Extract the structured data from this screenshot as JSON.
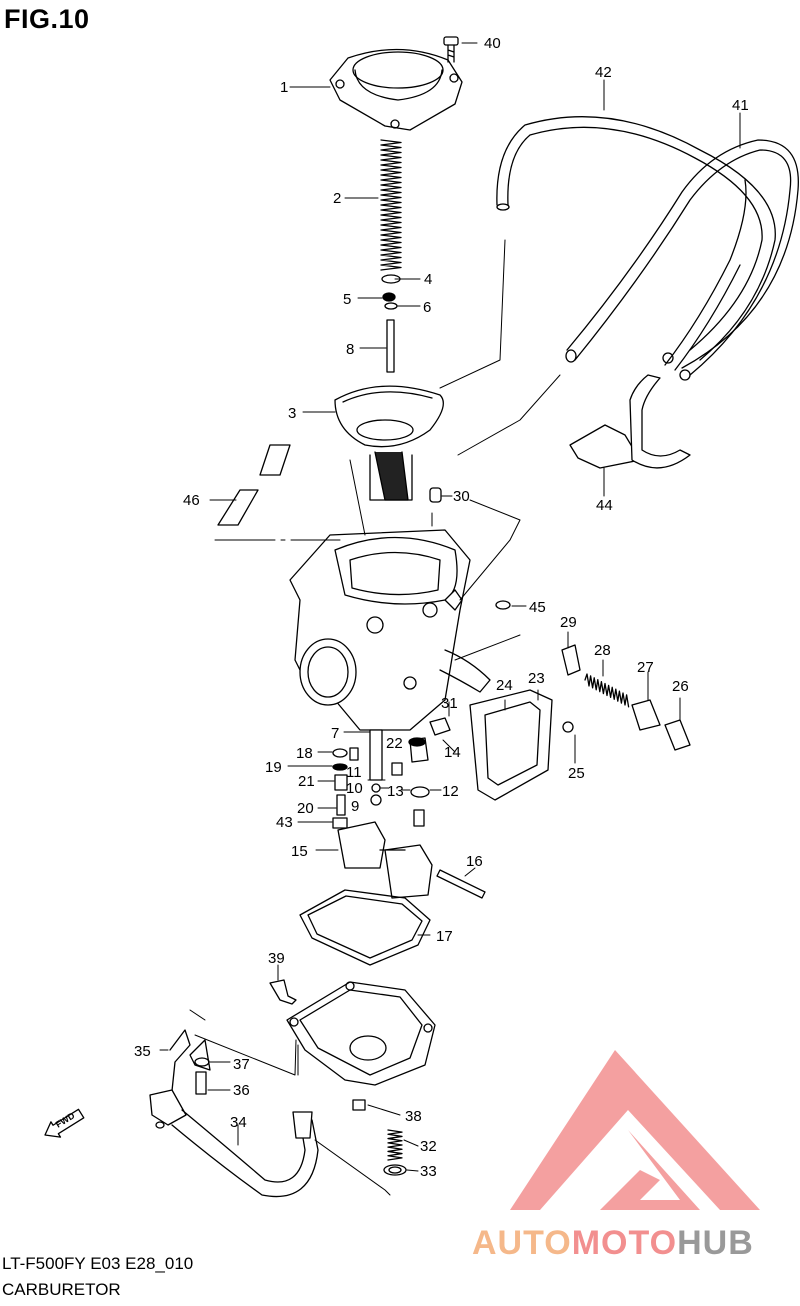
{
  "figure": {
    "title": "FIG.10",
    "model_code": "LT-F500FY E03 E28_010",
    "assembly_name": "CARBURETOR"
  },
  "part_callouts": [
    {
      "id": "c1",
      "label": "1"
    },
    {
      "id": "c2",
      "label": "2"
    },
    {
      "id": "c3",
      "label": "3"
    },
    {
      "id": "c4",
      "label": "4"
    },
    {
      "id": "c5",
      "label": "5"
    },
    {
      "id": "c6",
      "label": "6"
    },
    {
      "id": "c7",
      "label": "7"
    },
    {
      "id": "c8",
      "label": "8"
    },
    {
      "id": "c9",
      "label": "9"
    },
    {
      "id": "c10",
      "label": "10"
    },
    {
      "id": "c11",
      "label": "11"
    },
    {
      "id": "c12",
      "label": "12"
    },
    {
      "id": "c13",
      "label": "13"
    },
    {
      "id": "c14",
      "label": "14"
    },
    {
      "id": "c15",
      "label": "15"
    },
    {
      "id": "c16",
      "label": "16"
    },
    {
      "id": "c17",
      "label": "17"
    },
    {
      "id": "c18",
      "label": "18"
    },
    {
      "id": "c19",
      "label": "19"
    },
    {
      "id": "c20",
      "label": "20"
    },
    {
      "id": "c21",
      "label": "21"
    },
    {
      "id": "c22",
      "label": "22"
    },
    {
      "id": "c23",
      "label": "23"
    },
    {
      "id": "c24",
      "label": "24"
    },
    {
      "id": "c25",
      "label": "25"
    },
    {
      "id": "c26",
      "label": "26"
    },
    {
      "id": "c27",
      "label": "27"
    },
    {
      "id": "c28",
      "label": "28"
    },
    {
      "id": "c29",
      "label": "29"
    },
    {
      "id": "c30",
      "label": "30"
    },
    {
      "id": "c31",
      "label": "31"
    },
    {
      "id": "c32",
      "label": "32"
    },
    {
      "id": "c33",
      "label": "33"
    },
    {
      "id": "c34",
      "label": "34"
    },
    {
      "id": "c35",
      "label": "35"
    },
    {
      "id": "c36",
      "label": "36"
    },
    {
      "id": "c37",
      "label": "37"
    },
    {
      "id": "c38",
      "label": "38"
    },
    {
      "id": "c39",
      "label": "39"
    },
    {
      "id": "c40",
      "label": "40"
    },
    {
      "id": "c41",
      "label": "41"
    },
    {
      "id": "c42",
      "label": "42"
    },
    {
      "id": "c43",
      "label": "43"
    },
    {
      "id": "c44",
      "label": "44"
    },
    {
      "id": "c45",
      "label": "45"
    },
    {
      "id": "c46",
      "label": "46"
    }
  ],
  "direction_marker": {
    "label": "FWD",
    "icon": "forward-arrow-icon"
  },
  "watermark": {
    "logo_icon": "triangle-logo-icon",
    "word_part_1": "AUTO",
    "word_part_2": "MOTO",
    "word_part_3": "HUB",
    "colors": {
      "auto": "#f5b88a",
      "moto": "#f28f8f",
      "hub": "#999999",
      "logo": "#f28f8f"
    }
  }
}
